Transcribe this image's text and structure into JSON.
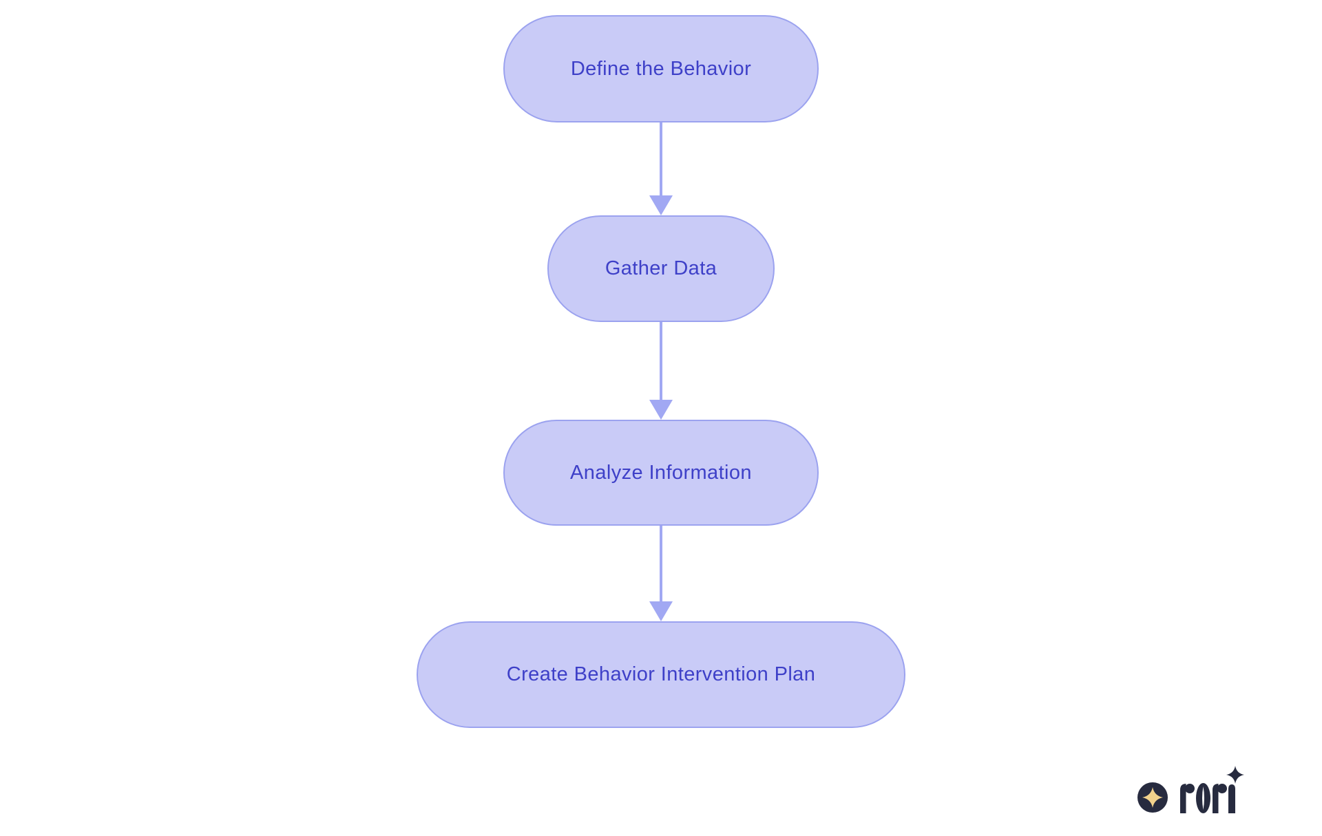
{
  "theme": {
    "background": "#ffffff",
    "node_fill": "#c9cbf7",
    "node_border": "#9ba2ef",
    "node_text": "#3e40c8",
    "arrow": "#a1a8f3",
    "logo_navy": "#272b3f",
    "logo_star": "#f2d28c"
  },
  "flowchart": {
    "type": "flowchart",
    "direction": "top-down",
    "node_shape": "stadium",
    "nodes": [
      {
        "id": "define-the-behavior",
        "label": "Define the Behavior"
      },
      {
        "id": "gather-data",
        "label": "Gather Data"
      },
      {
        "id": "analyze-information",
        "label": "Analyze Information"
      },
      {
        "id": "create-behavior-intervention-plan",
        "label": "Create Behavior Intervention Plan"
      }
    ],
    "edges": [
      {
        "from": "define-the-behavior",
        "to": "gather-data"
      },
      {
        "from": "gather-data",
        "to": "analyze-information"
      },
      {
        "from": "analyze-information",
        "to": "create-behavior-intervention-plan"
      }
    ]
  },
  "branding": {
    "logo_text": "rori"
  }
}
